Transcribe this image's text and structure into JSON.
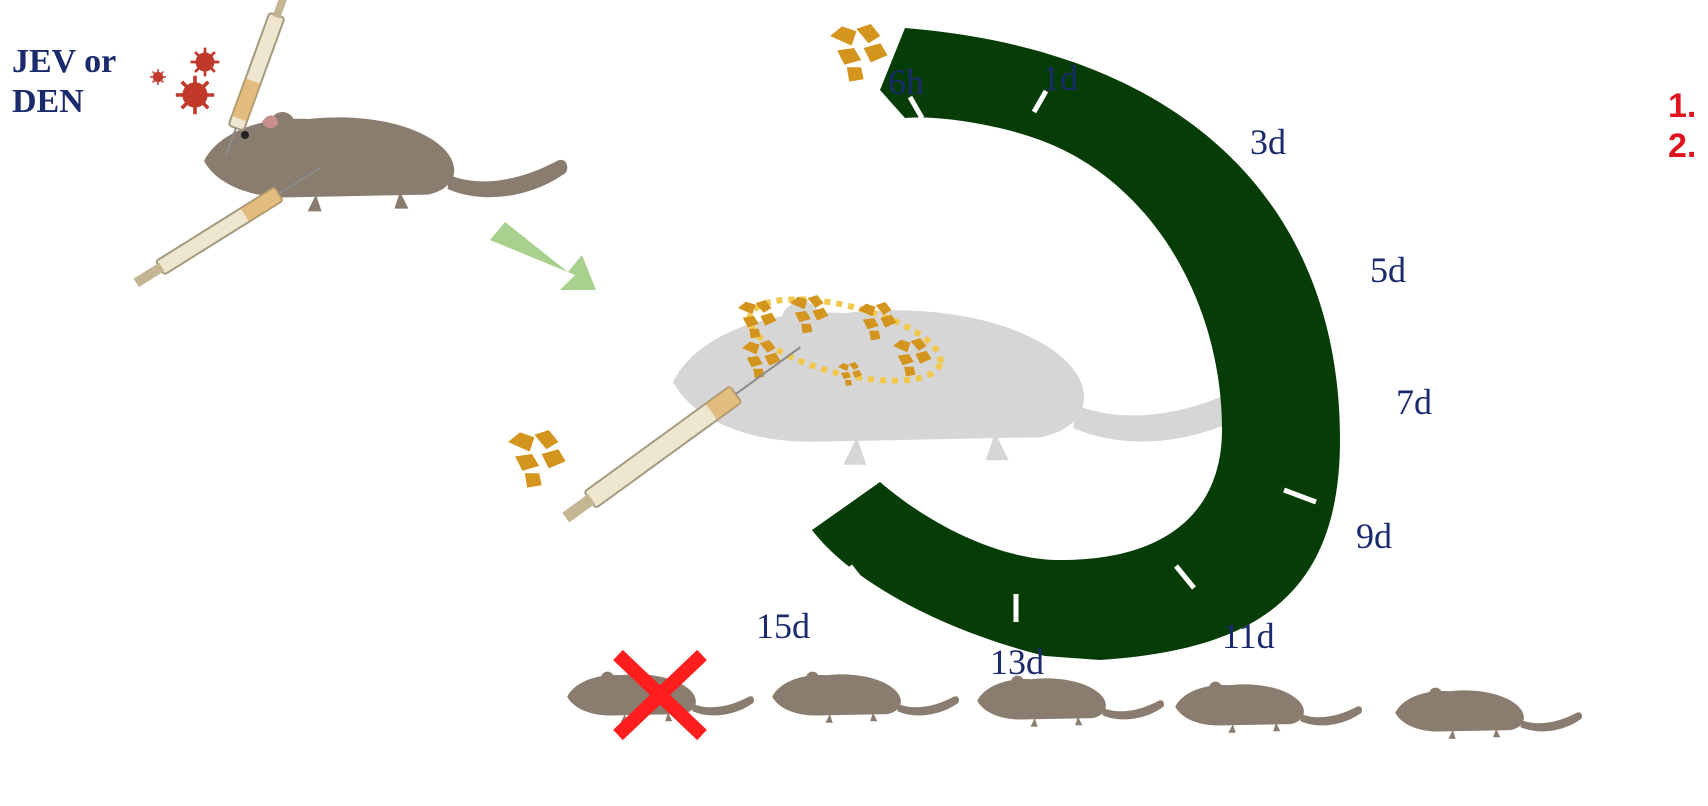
{
  "virus_label": {
    "line1": "JEV or",
    "line2": "DEN"
  },
  "timepoints": [
    "6h",
    "1d",
    "3d",
    "5d",
    "7d",
    "9d",
    "11d",
    "13d",
    "15d"
  ],
  "numbered_list": [
    "1.",
    "2."
  ],
  "colors": {
    "timeline_arc": "#063d06",
    "arrow": "#a9d18e",
    "label_text": "#1a2a6c",
    "list_text": "#e0141e",
    "cross": "#ff1e1e",
    "implant": "#d4951f",
    "implant_outline": "#f2c84b"
  },
  "icons": [
    "syringe-icon",
    "virus-icon",
    "mouse-icon",
    "implant-icon",
    "cross-icon"
  ]
}
